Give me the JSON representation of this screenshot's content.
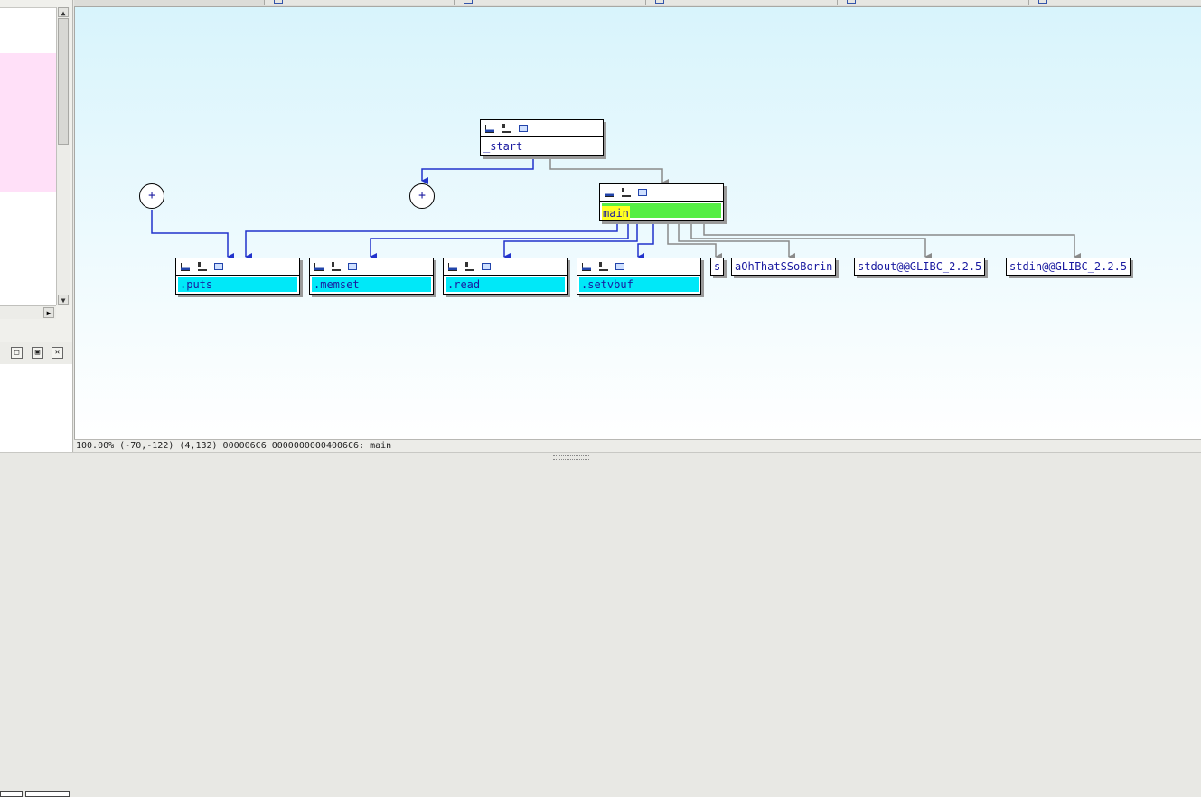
{
  "status_bar": {
    "text": "100.00% (-70,-122) (4,132) 000006C6 00000000004006C6: main"
  },
  "colors": {
    "graph_top": "#d8f4fc",
    "node_text": "#1a1aa0",
    "highlight_yellow": "#ffff22",
    "selected_green": "#55ee44",
    "call_cyan": "#00e8f8",
    "code_edge": "#2233cc",
    "data_edge": "#8a8a8a"
  },
  "graph": {
    "nodes": {
      "start": {
        "name": "_start"
      },
      "main": {
        "name": "main"
      },
      "puts": {
        "name": ".puts"
      },
      "memset": {
        "name": ".memset"
      },
      "read": {
        "name": ".read"
      },
      "setvbuf": {
        "name": ".setvbuf"
      }
    },
    "data_refs": {
      "s": "s",
      "aoh": "aOhThatSSoBorin",
      "stdout": "stdout@@GLIBC_2.2.5",
      "stdin": "stdin@@GLIBC_2.2.5"
    },
    "collapsed_groups": [
      "+",
      "+"
    ],
    "node_header_icons": [
      "graph-icon",
      "xref-icon",
      "rename-icon"
    ]
  },
  "panel_controls": {
    "maximize": "□",
    "restore": "▣",
    "close": "✕"
  },
  "scroll_arrows": {
    "up": "▲",
    "down": "▼",
    "right": "▶"
  }
}
